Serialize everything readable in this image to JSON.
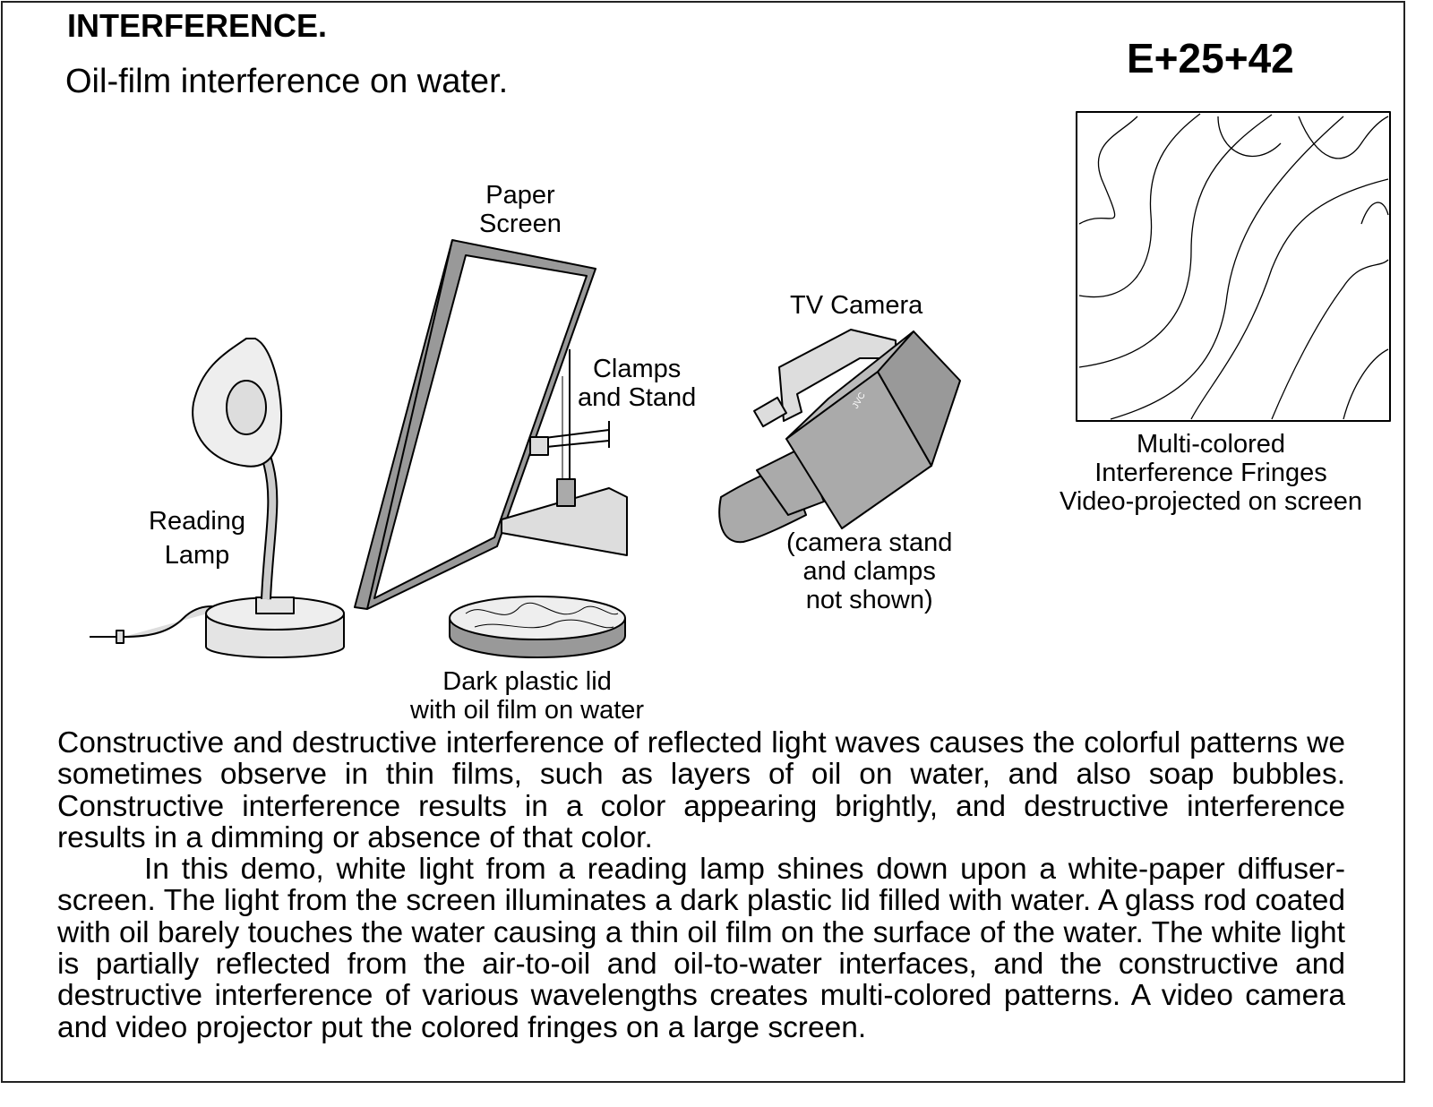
{
  "header": {
    "title": "INTERFERENCE.",
    "subtitle": "Oil-film interference on water.",
    "code": "E+25+42"
  },
  "labels": {
    "paper_screen": [
      "Paper",
      "Screen"
    ],
    "tv_camera": "TV Camera",
    "clamps": [
      "Clamps",
      "and Stand"
    ],
    "reading_lamp": [
      "Reading",
      "Lamp"
    ],
    "camera_note": [
      "(camera stand",
      "and clamps",
      "not shown)"
    ],
    "lid": [
      "Dark plastic lid",
      "with oil film on water"
    ],
    "fringes": [
      "Multi-colored",
      "Interference Fringes",
      "Video-projected on screen"
    ],
    "camera_brand": "JVC"
  },
  "body": {
    "p1": "Constructive and destructive interference of reflected light waves causes the colorful patterns we sometimes observe in thin films, such as layers of oil on water, and also soap bubbles. Constructive interference results in a color appearing brightly, and destructive interference results in a dimming or absence of that color.",
    "p2": "In this demo, white light from a reading lamp shines down upon a white-paper diffuser-screen. The light from the screen illuminates a dark plastic lid filled with water. A glass rod coated with oil barely touches the water causing a thin oil film on the surface of the water. The white light is partially reflected  from the air-to-oil and oil-to-water interfaces, and the constructive and destructive interference of various wavelengths creates multi-colored patterns. A video camera and video projector put the colored fringes on a large screen."
  },
  "colors": {
    "dark_gray": "#8a8a8a",
    "mid_gray": "#b4b4b4",
    "light_gray": "#e2e2e2"
  }
}
